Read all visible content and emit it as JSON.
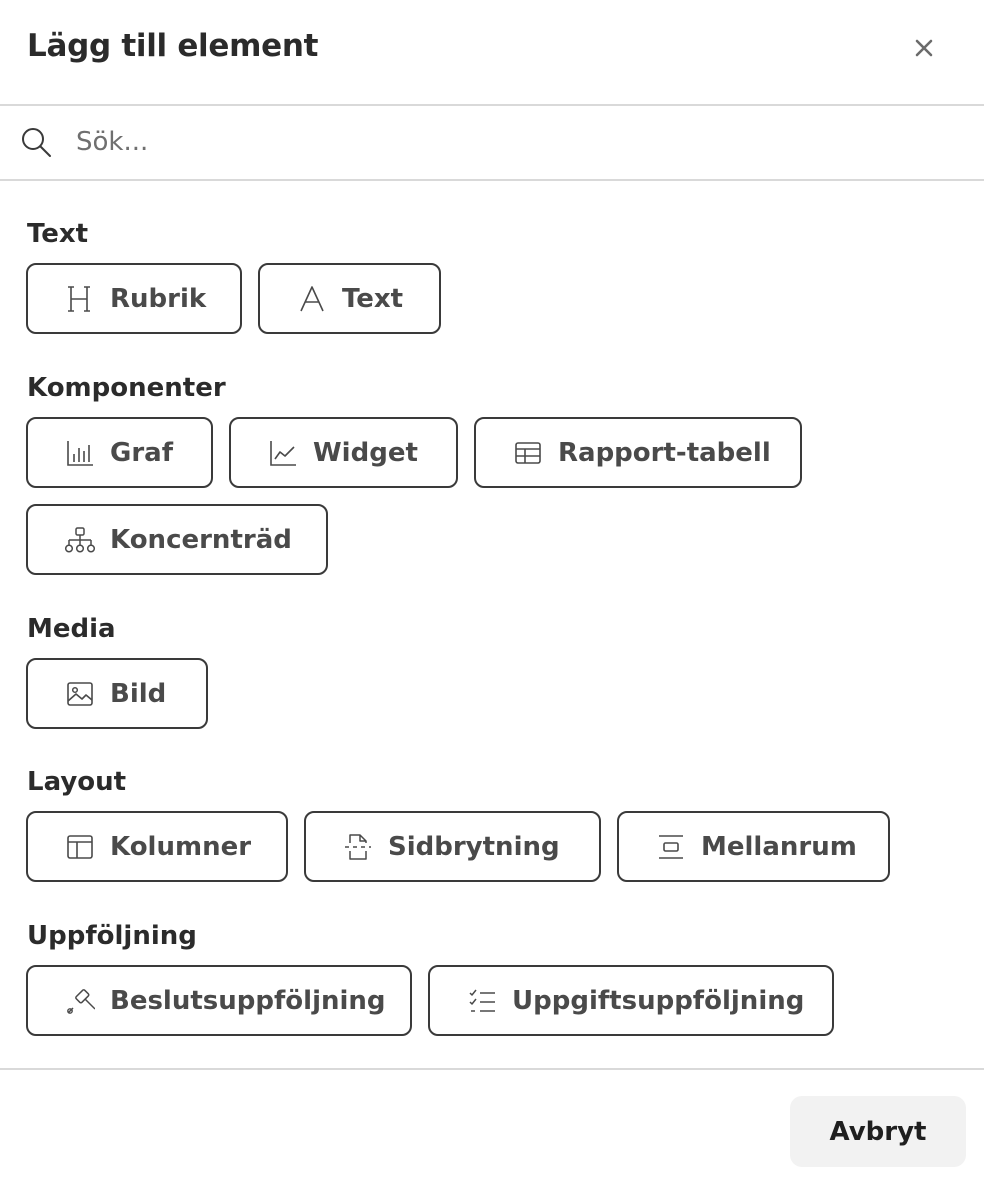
{
  "dialog": {
    "title": "Lägg till element",
    "close_icon": "close-icon"
  },
  "search": {
    "placeholder": "Sök...",
    "value": ""
  },
  "sections": {
    "text": {
      "title": "Text",
      "items": [
        {
          "label": "Rubrik",
          "icon": "heading-icon"
        },
        {
          "label": "Text",
          "icon": "text-icon"
        }
      ]
    },
    "components": {
      "title": "Komponenter",
      "items": [
        {
          "label": "Graf",
          "icon": "bar-chart-icon"
        },
        {
          "label": "Widget",
          "icon": "line-chart-icon"
        },
        {
          "label": "Rapport-tabell",
          "icon": "table-icon"
        },
        {
          "label": "Koncernträd",
          "icon": "org-tree-icon"
        }
      ]
    },
    "media": {
      "title": "Media",
      "items": [
        {
          "label": "Bild",
          "icon": "image-icon"
        }
      ]
    },
    "layout": {
      "title": "Layout",
      "items": [
        {
          "label": "Kolumner",
          "icon": "columns-icon"
        },
        {
          "label": "Sidbrytning",
          "icon": "page-break-icon"
        },
        {
          "label": "Mellanrum",
          "icon": "spacing-icon"
        }
      ]
    },
    "followup": {
      "title": "Uppföljning",
      "items": [
        {
          "label": "Beslutsuppföljning",
          "icon": "gavel-icon"
        },
        {
          "label": "Uppgiftsuppföljning",
          "icon": "checklist-icon"
        }
      ]
    }
  },
  "footer": {
    "cancel_label": "Avbryt"
  },
  "colors": {
    "border": "#3a3a3a",
    "divider": "#d9d9d9",
    "text": "#2b2b2b",
    "chip_text": "#4a4a4a",
    "cancel_bg": "#f2f2f2"
  }
}
